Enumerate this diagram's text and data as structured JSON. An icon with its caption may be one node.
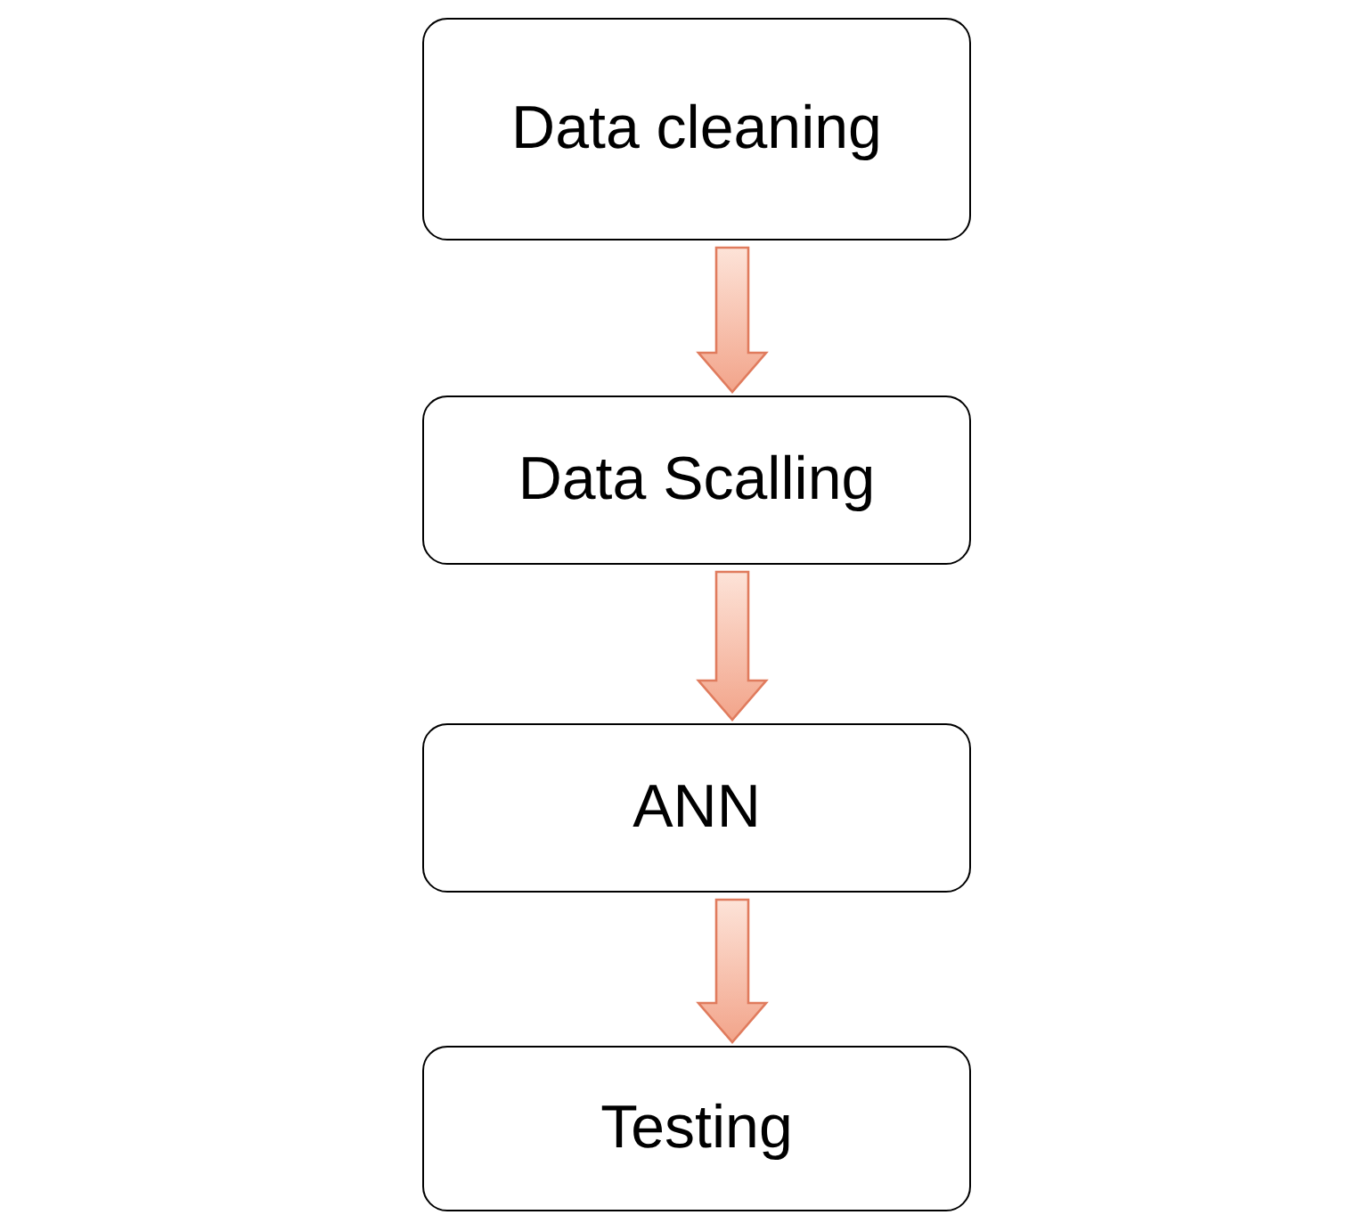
{
  "diagram": {
    "nodes": [
      {
        "text": [
          "Data cleaning"
        ]
      },
      {
        "text": [
          "Data Scalling"
        ]
      },
      {
        "text": [
          "ANN"
        ]
      },
      {
        "text": [
          "Testing"
        ]
      }
    ],
    "edges": [
      {
        "from": 0,
        "to": 1,
        "arrow": "to"
      },
      {
        "from": 1,
        "to": 2,
        "arrow": "to"
      },
      {
        "from": 2,
        "to": 3,
        "arrow": "to"
      }
    ]
  }
}
